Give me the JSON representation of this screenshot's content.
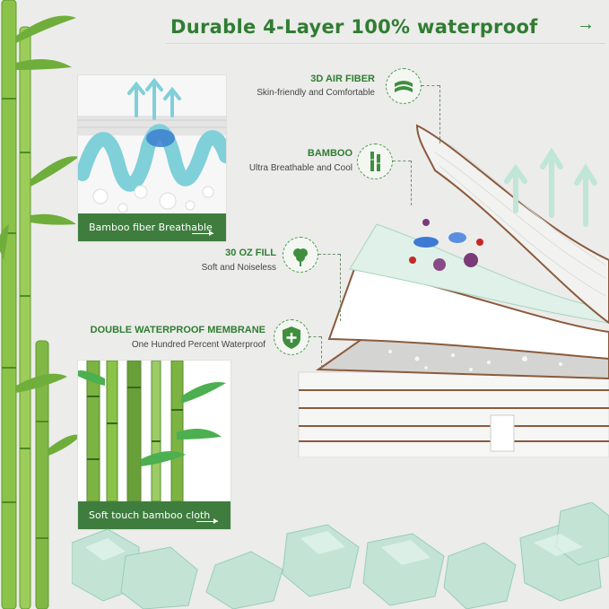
{
  "header": {
    "title": "Durable 4-Layer 100% waterproof",
    "arrow_icon": "arrow-right-icon"
  },
  "cards": {
    "fiber": {
      "caption": "Bamboo fiber Breathable"
    },
    "bamboo": {
      "caption": "Soft touch bamboo cloth"
    }
  },
  "features": [
    {
      "title": "3D AIR FIBER",
      "desc": "Skin-friendly and Comfortable",
      "icon": "fabric-layers-icon"
    },
    {
      "title": "BAMBOO",
      "desc": "Ultra Breathable and Cool",
      "icon": "bamboo-icon"
    },
    {
      "title": "30 OZ FILL",
      "desc": "Soft and Noiseless",
      "icon": "cotton-icon"
    },
    {
      "title": "DOUBLE WATERPROOF MEMBRANE",
      "desc": "One Hundred Percent Waterproof",
      "icon": "shield-plus-icon"
    }
  ],
  "colors": {
    "brand_green": "#2f7d32",
    "caption_green": "#3f7d3f",
    "background": "#ececea"
  }
}
